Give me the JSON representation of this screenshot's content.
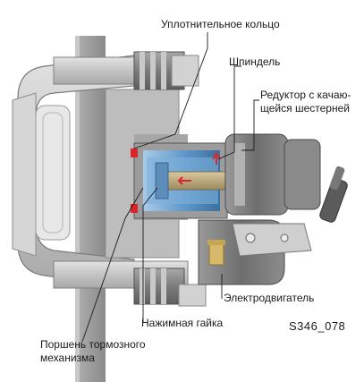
{
  "diagram": {
    "figure_id": "S346_078",
    "labels": {
      "sealing_ring": "Уплотнительное кольцо",
      "spindle": "Шпиндель",
      "gearbox_line1": "Редуктор с качаю-",
      "gearbox_line2": "щейся шестерней",
      "electric_motor": "Электродвигатель",
      "thrust_nut": "Нажимная гайка",
      "piston_line1": "Поршень тормозного",
      "piston_line2": "механизма"
    },
    "colors": {
      "caliper_body": "#b8b8b8",
      "motor_body": "#8e8e8e",
      "piston_cutaway": "#6fa8d6",
      "accent_red": "#d8262a",
      "disc": "#9a9a9a"
    }
  }
}
